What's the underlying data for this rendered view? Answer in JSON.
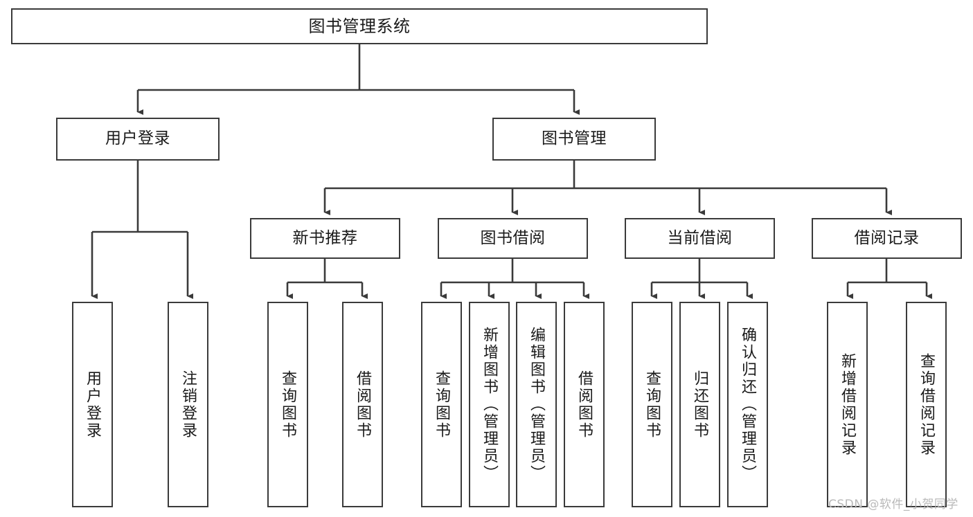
{
  "diagram": {
    "title": "图书管理系统",
    "type": "tree",
    "stroke_color": "#3a3a3a",
    "fill_color": "#ffffff",
    "text_color": "#1a1a1a",
    "nodes": {
      "root": {
        "label": "图书管理系统",
        "level": 0,
        "orientation": "horizontal"
      },
      "user_login": {
        "label": "用户登录",
        "level": 1,
        "orientation": "horizontal"
      },
      "book_manage": {
        "label": "图书管理",
        "level": 1,
        "orientation": "horizontal"
      },
      "new_book_rec": {
        "label": "新书推荐",
        "level": 2,
        "orientation": "horizontal"
      },
      "book_borrow": {
        "label": "图书借阅",
        "level": 2,
        "orientation": "horizontal"
      },
      "current_borrow": {
        "label": "当前借阅",
        "level": 2,
        "orientation": "horizontal"
      },
      "borrow_record": {
        "label": "借阅记录",
        "level": 2,
        "orientation": "horizontal"
      },
      "leaf_user_login": {
        "label": "用户登录",
        "level": 2,
        "orientation": "vertical"
      },
      "leaf_user_logout": {
        "label": "注销登录",
        "level": 2,
        "orientation": "vertical"
      },
      "leaf_query_book_1": {
        "label": "查询图书",
        "level": 3,
        "orientation": "vertical"
      },
      "leaf_borrow_book_1": {
        "label": "借阅图书",
        "level": 3,
        "orientation": "vertical"
      },
      "leaf_query_book_2": {
        "label": "查询图书",
        "level": 3,
        "orientation": "vertical"
      },
      "leaf_add_book": {
        "label": "新增图书（管理员）",
        "level": 3,
        "orientation": "vertical"
      },
      "leaf_edit_book": {
        "label": "编辑图书（管理员）",
        "level": 3,
        "orientation": "vertical"
      },
      "leaf_borrow_book_2": {
        "label": "借阅图书",
        "level": 3,
        "orientation": "vertical"
      },
      "leaf_query_book_3": {
        "label": "查询图书",
        "level": 3,
        "orientation": "vertical"
      },
      "leaf_return_book": {
        "label": "归还图书",
        "level": 3,
        "orientation": "vertical"
      },
      "leaf_confirm_return": {
        "label": "确认归还（管理员）",
        "level": 3,
        "orientation": "vertical"
      },
      "leaf_add_record": {
        "label": "新增借阅记录",
        "level": 3,
        "orientation": "vertical"
      },
      "leaf_query_record": {
        "label": "查询借阅记录",
        "level": 3,
        "orientation": "vertical"
      }
    },
    "edges": [
      {
        "from": "root",
        "to": "user_login"
      },
      {
        "from": "root",
        "to": "book_manage"
      },
      {
        "from": "user_login",
        "to": "leaf_user_login"
      },
      {
        "from": "user_login",
        "to": "leaf_user_logout"
      },
      {
        "from": "book_manage",
        "to": "new_book_rec"
      },
      {
        "from": "book_manage",
        "to": "book_borrow"
      },
      {
        "from": "book_manage",
        "to": "current_borrow"
      },
      {
        "from": "book_manage",
        "to": "borrow_record"
      },
      {
        "from": "new_book_rec",
        "to": "leaf_query_book_1"
      },
      {
        "from": "new_book_rec",
        "to": "leaf_borrow_book_1"
      },
      {
        "from": "book_borrow",
        "to": "leaf_query_book_2"
      },
      {
        "from": "book_borrow",
        "to": "leaf_add_book"
      },
      {
        "from": "book_borrow",
        "to": "leaf_edit_book"
      },
      {
        "from": "book_borrow",
        "to": "leaf_borrow_book_2"
      },
      {
        "from": "current_borrow",
        "to": "leaf_query_book_3"
      },
      {
        "from": "current_borrow",
        "to": "leaf_return_book"
      },
      {
        "from": "current_borrow",
        "to": "leaf_confirm_return"
      },
      {
        "from": "borrow_record",
        "to": "leaf_add_record"
      },
      {
        "from": "borrow_record",
        "to": "leaf_query_record"
      }
    ]
  },
  "watermark": {
    "text": "CSDN @软件_小贺同学"
  }
}
